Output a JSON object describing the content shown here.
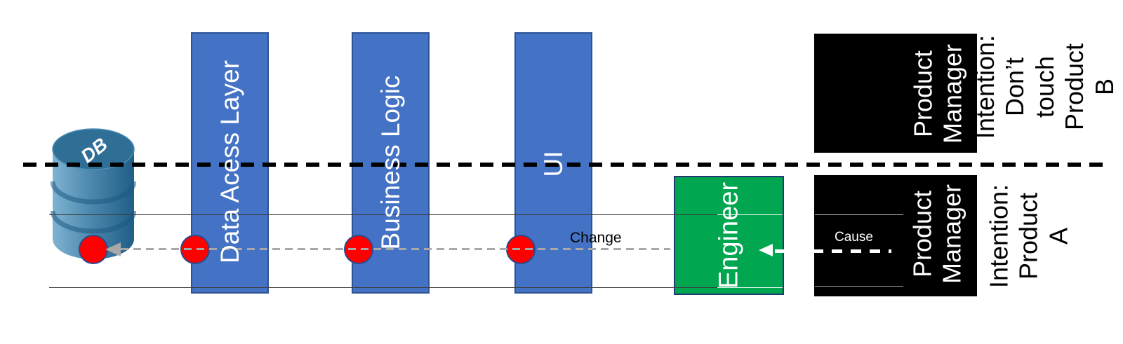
{
  "colors": {
    "bar-blue": "#4472C4",
    "bar-border": "#2E5395",
    "engineer-green": "#00A650",
    "engineer-border": "#1F3B70",
    "dot-red": "#FF0000",
    "dot-border": "#2A4B8D",
    "arrow-gray": "#A8A8A8",
    "box-black": "#000000"
  },
  "db": {
    "label": "DB"
  },
  "layers": [
    {
      "label": "Data Acess Layer"
    },
    {
      "label": "Business Logic"
    },
    {
      "label": "UI"
    }
  ],
  "engineer": {
    "label": "Engineer"
  },
  "product_b": {
    "manager_label": "Product\nManager",
    "intention_label": "Intention:\nDon’t touch\nProduct B"
  },
  "product_a": {
    "manager_label": "Product\nManager",
    "intention_label": "Intention:\nProduct A"
  },
  "annotations": {
    "change": "Change",
    "cause": "Cause"
  }
}
